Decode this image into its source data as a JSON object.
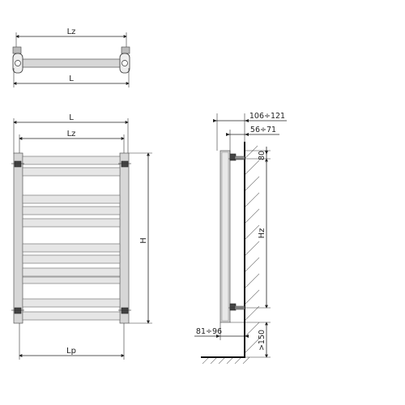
{
  "top_view": {
    "dim_lz": "Lz",
    "dim_l": "L"
  },
  "front_view": {
    "dim_l": "L",
    "dim_lz": "Lz",
    "dim_h": "H",
    "dim_lp": "Lp"
  },
  "side_view": {
    "dim_wall_total": "106÷121",
    "dim_wall_conn": "56÷71",
    "dim_top_offset": "80",
    "dim_hz": "Hz",
    "dim_bottom_conn": "81÷96",
    "dim_floor": ">150"
  }
}
